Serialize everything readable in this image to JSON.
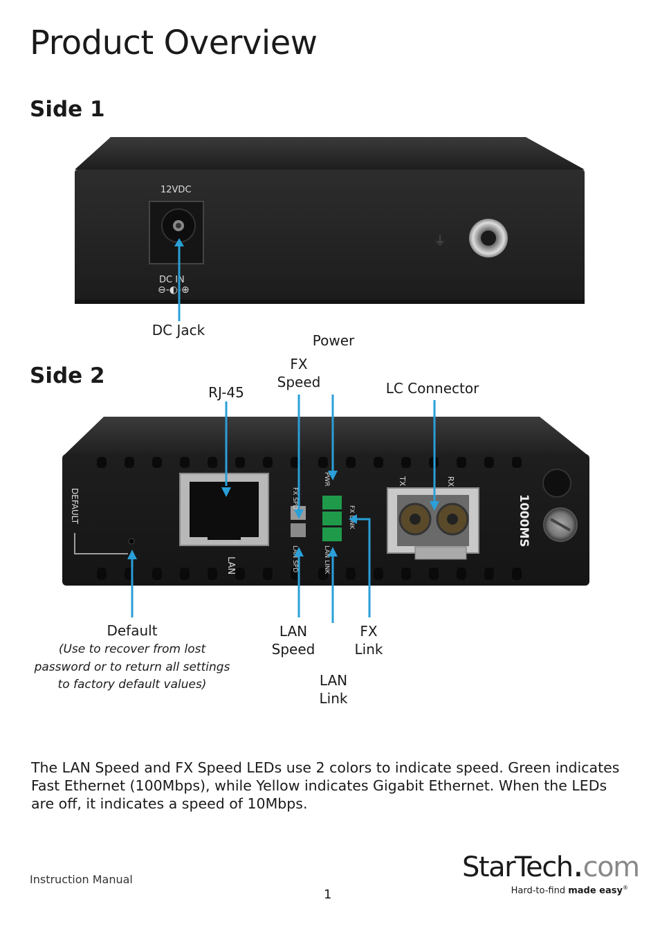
{
  "page": {
    "title": "Product Overview",
    "side1_heading": "Side 1",
    "side2_heading": "Side 2"
  },
  "side1": {
    "device_labels": {
      "voltage": "12VDC",
      "dc_in": "DC  IN"
    },
    "callouts": {
      "dc_jack": "DC Jack"
    }
  },
  "side2": {
    "device_labels": {
      "default": "DEFAULT",
      "lan": "LAN",
      "fx_spd": "FX SPD",
      "lan_spd": "LAN SPD",
      "lan_link": "LAN LINK",
      "fx_link": "FX LINK",
      "pwr": "PWR",
      "tx": "TX",
      "rx": "RX",
      "model": "1000MS"
    },
    "callouts": {
      "rj45": "RJ-45",
      "fx_speed_1": "FX",
      "fx_speed_2": "Speed",
      "power": "Power",
      "lc_connector": "LC Connector",
      "default": "Default",
      "default_note_1": "(Use to recover from lost",
      "default_note_2": "password or to return all settings",
      "default_note_3": "to factory default values)",
      "lan_speed_1": "LAN",
      "lan_speed_2": "Speed",
      "fx_link_1": "FX",
      "fx_link_2": "Link",
      "lan_link_1": "LAN",
      "lan_link_2": "Link"
    }
  },
  "body": {
    "paragraph": "The LAN Speed and FX Speed LEDs use 2 colors to indicate speed. Green indicates Fast Ethernet (100Mbps), while Yellow indicates Gigabit Ethernet. When the LEDs are off, it indicates a speed of 10Mbps."
  },
  "footer": {
    "left": "Instruction Manual",
    "page_number": "1",
    "logo_main": "StarTech",
    "logo_dot": ".",
    "logo_com": "com",
    "logo_tag_prefix": "Hard-to-find ",
    "logo_tag_bold": "made easy",
    "logo_tag_reg": "®"
  },
  "colors": {
    "callout_blue": "#2a9fd8",
    "led_green": "#1f9a4a",
    "device_body": "#2b2b2b"
  }
}
